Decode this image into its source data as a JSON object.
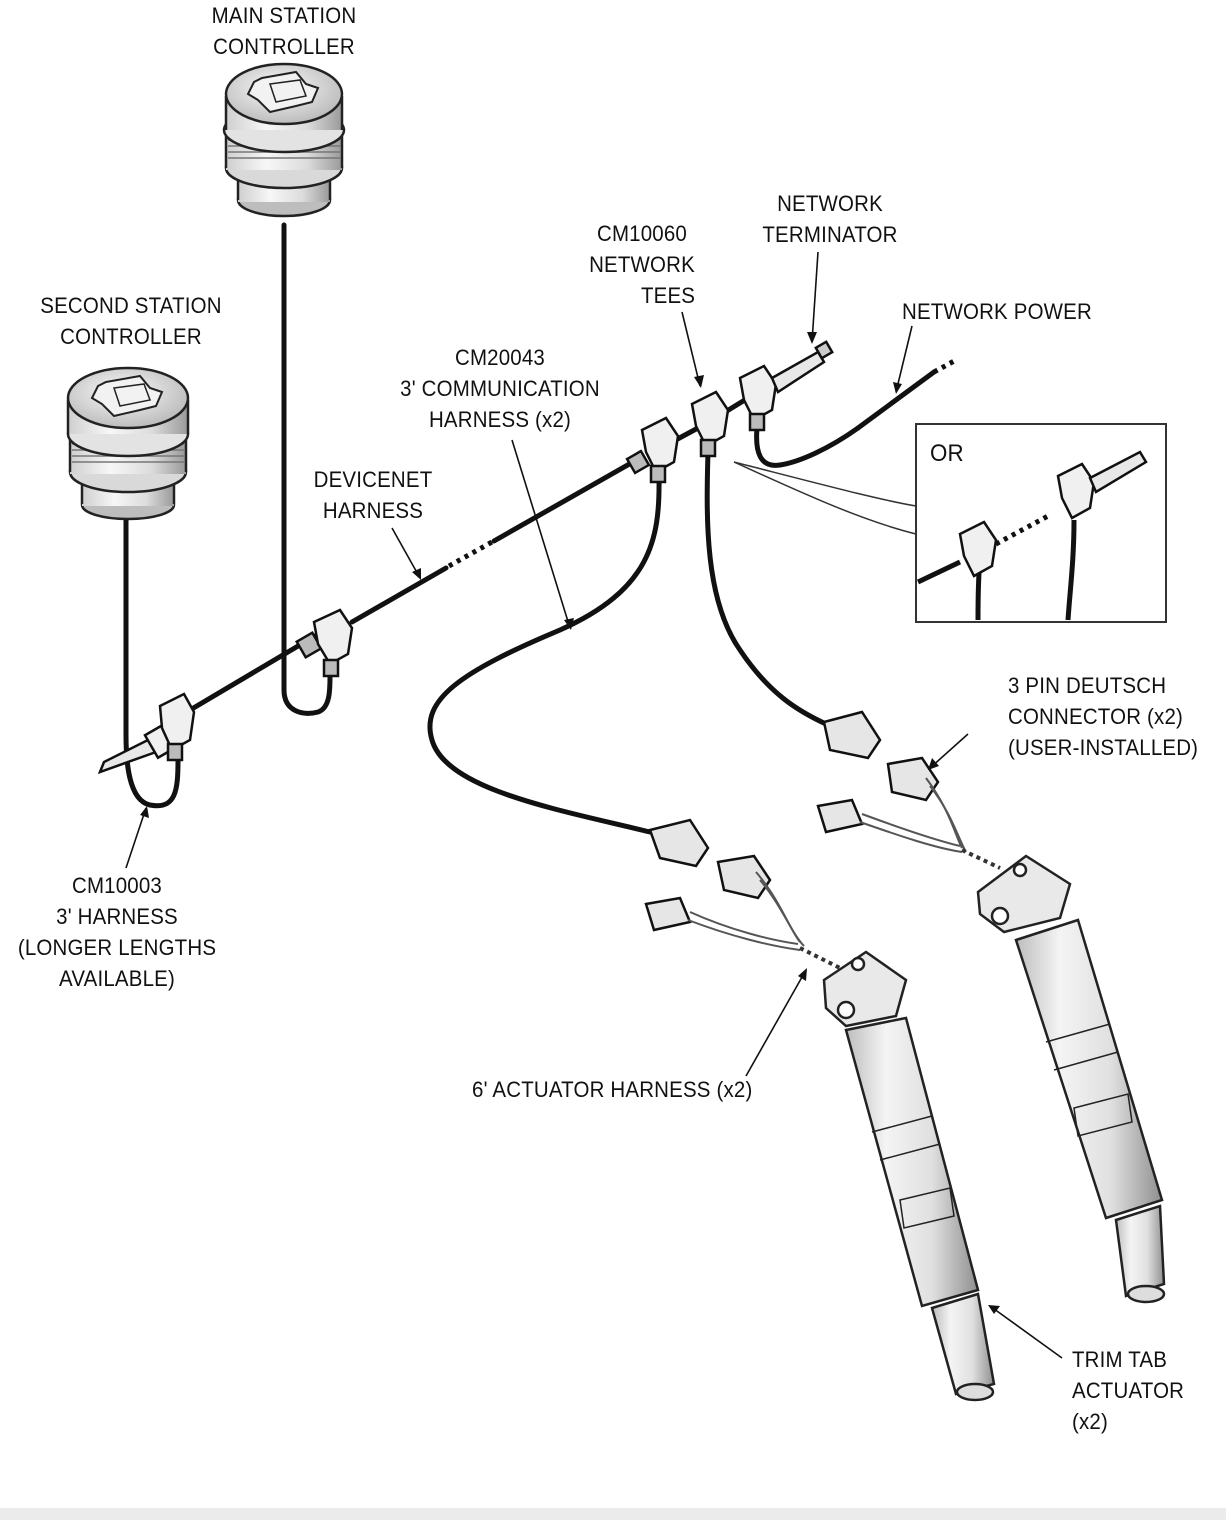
{
  "labels": {
    "main_station_controller": [
      "MAIN STATION",
      "CONTROLLER"
    ],
    "second_station_controller": [
      "SECOND STATION",
      "CONTROLLER"
    ],
    "network_tees": [
      "CM10060",
      "NETWORK",
      "TEES"
    ],
    "network_terminator": [
      "NETWORK",
      "TERMINATOR"
    ],
    "network_power": "NETWORK POWER",
    "communication_harness": [
      "CM20043",
      "3' COMMUNICATION",
      "HARNESS (x2)"
    ],
    "devicenet_harness": [
      "DEVICENET",
      "HARNESS"
    ],
    "or_inset": "OR",
    "deutsch_connector": [
      "3 PIN DEUTSCH",
      "CONNECTOR (x2)",
      "(USER-INSTALLED)"
    ],
    "cm10003_harness": [
      "CM10003",
      "3' HARNESS",
      "(LONGER LENGTHS",
      "AVAILABLE)"
    ],
    "actuator_harness": "6' ACTUATOR HARNESS (x2)",
    "trim_tab_actuator": [
      "TRIM TAB",
      "ACTUATOR",
      "(x2)"
    ]
  }
}
